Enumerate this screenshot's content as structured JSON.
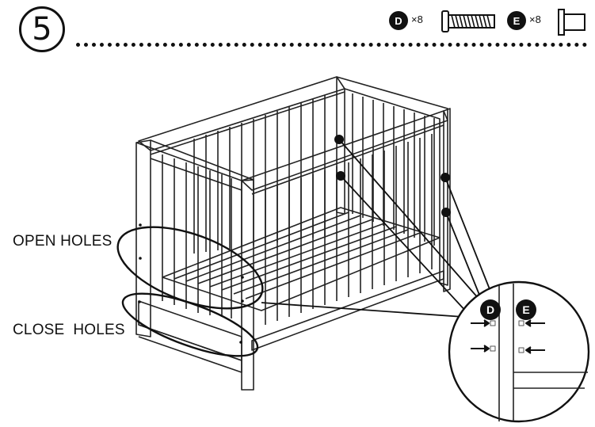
{
  "step": {
    "number": "5"
  },
  "parts": [
    {
      "letter": "D",
      "quantity": "×8",
      "icon": "screw-icon"
    },
    {
      "letter": "E",
      "quantity": "×8",
      "icon": "barrel-nut-icon"
    }
  ],
  "labels": {
    "open_holes": "OPEN HOLES",
    "close_holes": "CLOSE  HOLES"
  },
  "detail": {
    "left_letter": "D",
    "right_letter": "E"
  }
}
